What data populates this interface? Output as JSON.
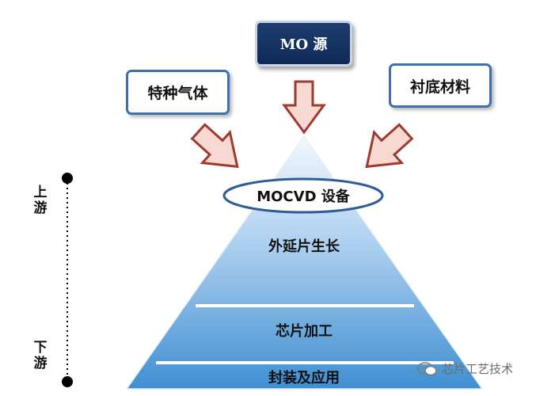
{
  "sources": {
    "mo": "MO 源",
    "gas": "特种气体",
    "substrate": "衬底材料"
  },
  "pyramid": {
    "equipment": "MOCVD 设备",
    "tiers": [
      "外延片生长",
      "芯片加工",
      "封装及应用"
    ]
  },
  "axis": {
    "upstream": [
      "上",
      "游"
    ],
    "downstream": [
      "下",
      "游"
    ]
  },
  "watermark": "芯片工艺技术",
  "colors": {
    "pyramid_top": "#f4f8fc",
    "pyramid_bottom": "#3f8fd2",
    "arrow_fill": "#f7d9d2",
    "arrow_stroke": "#a03a2e",
    "box_border": "#3f6fb0",
    "mo_fill": "#142f60"
  }
}
